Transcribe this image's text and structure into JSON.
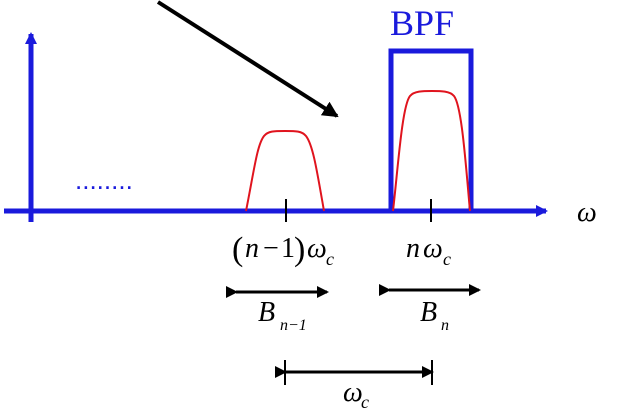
{
  "diagram": {
    "bpf_label": "BPF",
    "omega_axis_label": "ω",
    "ellipsis": "........",
    "left_band_label": {
      "open_paren": "(",
      "n": "n",
      "minus": "−",
      "one": "1",
      "close_paren": ")",
      "omega": "ω",
      "subscript": "c"
    },
    "right_band_label": {
      "n": "n",
      "omega": "ω",
      "subscript": "c"
    },
    "left_width_label": {
      "symbol": "B",
      "subscript": "n−1"
    },
    "right_width_label": {
      "symbol": "B",
      "subscript": "n"
    },
    "spacing_label": {
      "omega": "ω",
      "subscript": "c"
    },
    "colors": {
      "axis": "#1a1adc",
      "band": "#e0141e",
      "label": "#000000"
    }
  }
}
